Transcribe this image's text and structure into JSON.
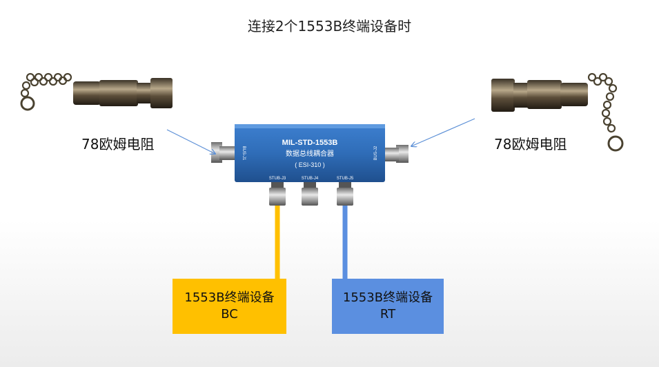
{
  "title": "连接2个1553B终端设备时",
  "left_terminator": {
    "label": "78欧姆电阻"
  },
  "right_terminator": {
    "label": "78欧姆电阻"
  },
  "coupler": {
    "line1": "MIL-STD-1553B",
    "line2": "数据总线耦合器",
    "line3": "( ESI-310 )",
    "left_port": "BUS-J1",
    "right_port": "BUS-J2",
    "stub_labels": [
      "STUB-J3",
      "STUB-J4",
      "STUB-J5"
    ],
    "color": "#2f6db8"
  },
  "bc_device": {
    "line1": "1553B终端设备",
    "line2": "BC",
    "color": "#ffc000"
  },
  "rt_device": {
    "line1": "1553B终端设备",
    "line2": "RT",
    "color": "#5b8fe0"
  }
}
